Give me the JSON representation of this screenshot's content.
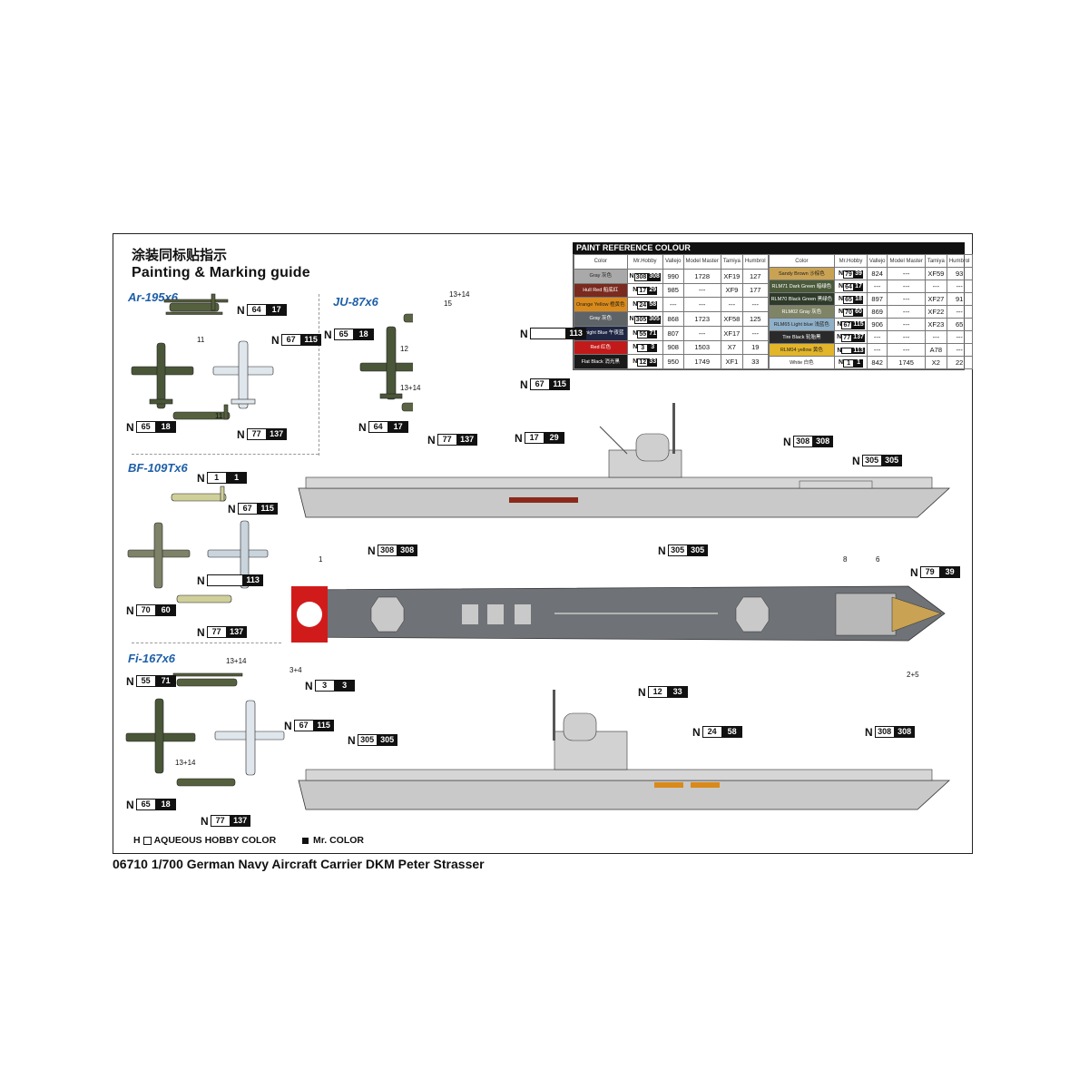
{
  "sheet": {
    "title_zh": "涂装同标贴指示",
    "title_en": "Painting & Marking guide",
    "footer": "06710 1/700 German Navy Aircraft Carrier DKM Peter Strasser"
  },
  "aircraft": {
    "ar195": "Ar-195x6",
    "ju87": "JU-87x6",
    "bf109": "BF-109Tx6",
    "fi167": "Fi-167x6"
  },
  "paint_table": {
    "header": "PAINT  REFERENCE COLOUR",
    "columns": [
      "Color",
      "Mr.Hobby",
      "Vallejo",
      "Model Master",
      "Tamiya",
      "Humbrol"
    ],
    "left_rows": [
      {
        "name": "Gray",
        "name_zh": "灰色",
        "swatch": "#a9a9a9",
        "h": "308",
        "m": "308",
        "vallejo": "990",
        "mm": "1728",
        "tamiya": "XF19",
        "humbrol": "127"
      },
      {
        "name": "Hull Red",
        "name_zh": "船底红",
        "swatch": "#7a2a1e",
        "h": "17",
        "m": "29",
        "vallejo": "985",
        "mm": "---",
        "tamiya": "XF9",
        "humbrol": "177"
      },
      {
        "name": "Orange Yellow",
        "name_zh": "橙黄色",
        "swatch": "#d98a1a",
        "h": "24",
        "m": "58",
        "vallejo": "---",
        "mm": "---",
        "tamiya": "---",
        "humbrol": "---"
      },
      {
        "name": "Gray",
        "name_zh": "灰色",
        "swatch": "#5d6366",
        "h": "305",
        "m": "305",
        "vallejo": "868",
        "mm": "1723",
        "tamiya": "XF58",
        "humbrol": "125"
      },
      {
        "name": "Midnight Blue",
        "name_zh": "午夜蓝",
        "swatch": "#1f2744",
        "h": "55",
        "m": "71",
        "vallejo": "807",
        "mm": "---",
        "tamiya": "XF17",
        "humbrol": "---"
      },
      {
        "name": "Red",
        "name_zh": "红色",
        "swatch": "#c21a1a",
        "h": "3",
        "m": "3",
        "vallejo": "908",
        "mm": "1503",
        "tamiya": "X7",
        "humbrol": "19"
      },
      {
        "name": "Flat Black",
        "name_zh": "消光黑",
        "swatch": "#1a1a1a",
        "h": "12",
        "m": "33",
        "vallejo": "950",
        "mm": "1749",
        "tamiya": "XF1",
        "humbrol": "33"
      }
    ],
    "right_rows": [
      {
        "name": "Sandy Brown",
        "name_zh": "沙棕色",
        "swatch": "#c9a253",
        "h": "79",
        "m": "39",
        "vallejo": "824",
        "mm": "---",
        "tamiya": "XF59",
        "humbrol": "93"
      },
      {
        "name": "RLM71 Dark Green",
        "name_zh": "暗绿色",
        "swatch": "#4b5a3a",
        "h": "64",
        "m": "17",
        "vallejo": "---",
        "mm": "---",
        "tamiya": "---",
        "humbrol": "---"
      },
      {
        "name": "RLM70 Black Green",
        "name_zh": "黑绿色",
        "swatch": "#2f3b2a",
        "h": "65",
        "m": "18",
        "vallejo": "897",
        "mm": "---",
        "tamiya": "XF27",
        "humbrol": "91"
      },
      {
        "name": "RLM02 Gray",
        "name_zh": "灰色",
        "swatch": "#7f8466",
        "h": "70",
        "m": "60",
        "vallejo": "869",
        "mm": "---",
        "tamiya": "XF22",
        "humbrol": "---"
      },
      {
        "name": "RLM65 Light blue",
        "name_zh": "浅蓝色",
        "swatch": "#8fb0c8",
        "h": "67",
        "m": "115",
        "vallejo": "906",
        "mm": "---",
        "tamiya": "XF23",
        "humbrol": "65"
      },
      {
        "name": "Tire Black",
        "name_zh": "轮胎黑",
        "swatch": "#2a2a2a",
        "h": "77",
        "m": "137",
        "vallejo": "---",
        "mm": "---",
        "tamiya": "---",
        "humbrol": "---"
      },
      {
        "name": "RLM04 yellow",
        "name_zh": "黄色",
        "swatch": "#e2b52a",
        "h": "",
        "m": "113",
        "vallejo": "---",
        "mm": "---",
        "tamiya": "A78",
        "humbrol": "---"
      },
      {
        "name": "White",
        "name_zh": "白色",
        "swatch": "#ffffff",
        "h": "1",
        "m": "1",
        "vallejo": "842",
        "mm": "1745",
        "tamiya": "X2",
        "humbrol": "22"
      }
    ]
  },
  "codes": {
    "ar_64_17": {
      "n": "N",
      "h": "64",
      "m": "17"
    },
    "ar_67_115": {
      "n": "N",
      "h": "67",
      "m": "115"
    },
    "ar_65_18": {
      "n": "N",
      "h": "65",
      "m": "18"
    },
    "ar_77_137": {
      "n": "N",
      "h": "77",
      "m": "137"
    },
    "ju_65_18": {
      "n": "N",
      "h": "65",
      "m": "18"
    },
    "ju_113": {
      "n": "N",
      "h": "",
      "m": "113"
    },
    "ju_67_115": {
      "n": "N",
      "h": "67",
      "m": "115"
    },
    "ju_64_17": {
      "n": "N",
      "h": "64",
      "m": "17"
    },
    "ju_77_137": {
      "n": "N",
      "h": "77",
      "m": "137"
    },
    "bf_1_1": {
      "n": "N",
      "h": "1",
      "m": "1"
    },
    "bf_67_115": {
      "n": "N",
      "h": "67",
      "m": "115"
    },
    "bf_113": {
      "n": "N",
      "h": "",
      "m": "113"
    },
    "bf_70_60": {
      "n": "N",
      "h": "70",
      "m": "60"
    },
    "bf_77_137": {
      "n": "N",
      "h": "77",
      "m": "137"
    },
    "fi_55_71": {
      "n": "N",
      "h": "55",
      "m": "71"
    },
    "fi_67_115": {
      "n": "N",
      "h": "67",
      "m": "115"
    },
    "fi_65_18": {
      "n": "N",
      "h": "65",
      "m": "18"
    },
    "fi_77_137": {
      "n": "N",
      "h": "77",
      "m": "137"
    },
    "s1_17_29": {
      "n": "N",
      "h": "17",
      "m": "29"
    },
    "s1_308": {
      "n": "N",
      "h": "308",
      "m": "308"
    },
    "s1_305": {
      "n": "N",
      "h": "305",
      "m": "305"
    },
    "d_308": {
      "n": "N",
      "h": "308",
      "m": "308"
    },
    "d_305": {
      "n": "N",
      "h": "305",
      "m": "305"
    },
    "d_79_39": {
      "n": "N",
      "h": "79",
      "m": "39"
    },
    "d_3_3": {
      "n": "N",
      "h": "3",
      "m": "3"
    },
    "d_12_33": {
      "n": "N",
      "h": "12",
      "m": "33"
    },
    "s2_305": {
      "n": "N",
      "h": "305",
      "m": "305"
    },
    "s2_24_58": {
      "n": "N",
      "h": "24",
      "m": "58"
    },
    "s2_308": {
      "n": "N",
      "h": "308",
      "m": "308"
    }
  },
  "callouts": {
    "c11": "11",
    "c12": "12",
    "c13_14": "13+14",
    "c15": "15",
    "c1": "1",
    "c3_4": "3+4",
    "c2_5": "2+5",
    "c6": "6",
    "c8": "8"
  },
  "legend": {
    "hobby": "AQUEOUS HOBBY COLOR",
    "hobby_prefix": "H",
    "mr": "Mr. COLOR"
  },
  "colors": {
    "hull_light": "#c9c9c9",
    "deck_gray": "#6f7276",
    "red": "#d11b1b",
    "blue_title": "#1d5fa8"
  }
}
